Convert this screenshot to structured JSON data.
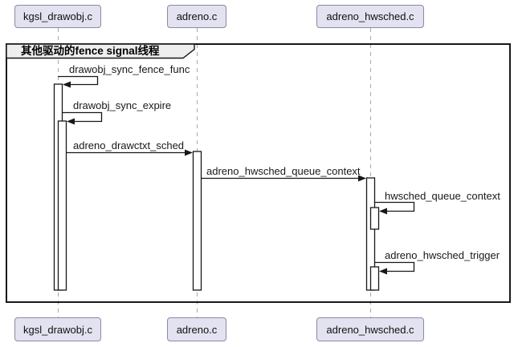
{
  "diagram": {
    "type": "sequence",
    "frame_title": "其他驱动的fence signal线程",
    "participants": [
      {
        "id": "kgsl",
        "label": "kgsl_drawobj.c"
      },
      {
        "id": "adreno",
        "label": "adreno.c"
      },
      {
        "id": "hwsched",
        "label": "adreno_hwsched.c"
      }
    ],
    "messages": [
      {
        "label": "drawobj_sync_fence_func",
        "from": "kgsl_drawobj.c",
        "to": "kgsl_drawobj.c",
        "kind": "self"
      },
      {
        "label": "drawobj_sync_expire",
        "from": "kgsl_drawobj.c",
        "to": "kgsl_drawobj.c",
        "kind": "self"
      },
      {
        "label": "adreno_drawctxt_sched",
        "from": "kgsl_drawobj.c",
        "to": "adreno.c",
        "kind": "call"
      },
      {
        "label": "adreno_hwsched_queue_context",
        "from": "adreno.c",
        "to": "adreno_hwsched.c",
        "kind": "call"
      },
      {
        "label": "hwsched_queue_context",
        "from": "adreno_hwsched.c",
        "to": "adreno_hwsched.c",
        "kind": "self"
      },
      {
        "label": "adreno_hwsched_trigger",
        "from": "adreno_hwsched.c",
        "to": "adreno_hwsched.c",
        "kind": "self"
      }
    ],
    "colors": {
      "participant_fill": "#E2E2F0",
      "participant_border": "#8A8AA5",
      "frame_border": "#181818",
      "frame_title_fill": "#EEEEEE",
      "activation_fill": "#FFFFFF",
      "line": "#181818",
      "lifeline": "#A9A9A9"
    }
  }
}
